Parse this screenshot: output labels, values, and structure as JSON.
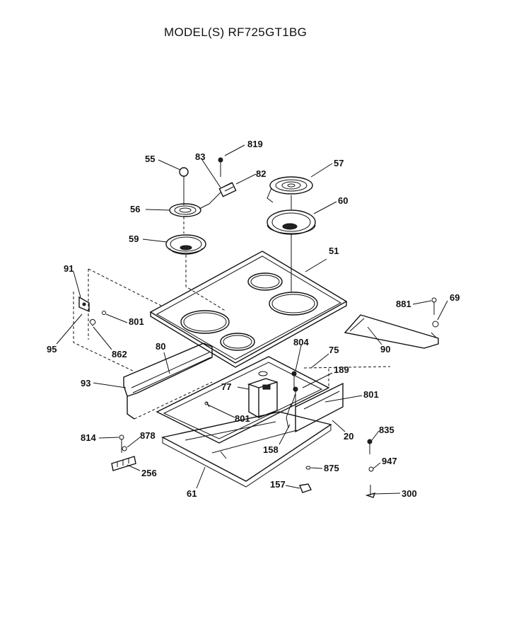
{
  "header": {
    "title": "MODEL(S) RF725GT1BG"
  },
  "parts": {
    "p55": "55",
    "p83": "83",
    "p819": "819",
    "p82": "82",
    "p57": "57",
    "p56": "56",
    "p60": "60",
    "p59": "59",
    "p51": "51",
    "p91": "91",
    "p881": "881",
    "p69": "69",
    "p801a": "801",
    "p95": "95",
    "p862": "862",
    "p90": "90",
    "p80": "80",
    "p804": "804",
    "p75": "75",
    "p93": "93",
    "p189": "189",
    "p77": "77",
    "p801b": "801",
    "p801c": "801",
    "p20": "20",
    "p158": "158",
    "p835": "835",
    "p814": "814",
    "p878": "878",
    "p947": "947",
    "p875": "875",
    "p256": "256",
    "p157": "157",
    "p300": "300",
    "p61": "61"
  }
}
